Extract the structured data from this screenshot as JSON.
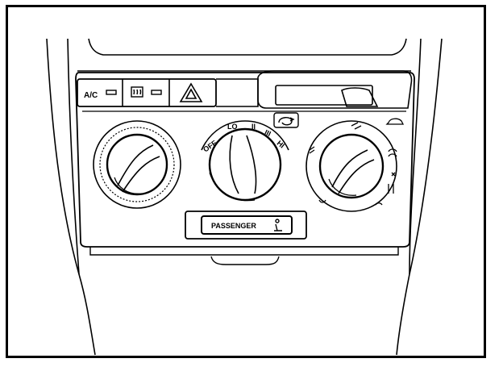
{
  "panel": {
    "buttons": {
      "ac_label": "A/C",
      "passenger_label": "PASSENGER"
    },
    "fan_speed_knob": {
      "labels": [
        "OFF",
        "LO",
        "II",
        "III",
        "HI"
      ]
    },
    "icons": [
      "rear-defrost-icon",
      "hazard-triangle-icon",
      "recirculation-icon",
      "passenger-seat-icon",
      "mode-face-icon",
      "mode-feet-icon",
      "defrost-icon"
    ],
    "colors": {
      "line": "#000000",
      "background": "#ffffff"
    }
  }
}
